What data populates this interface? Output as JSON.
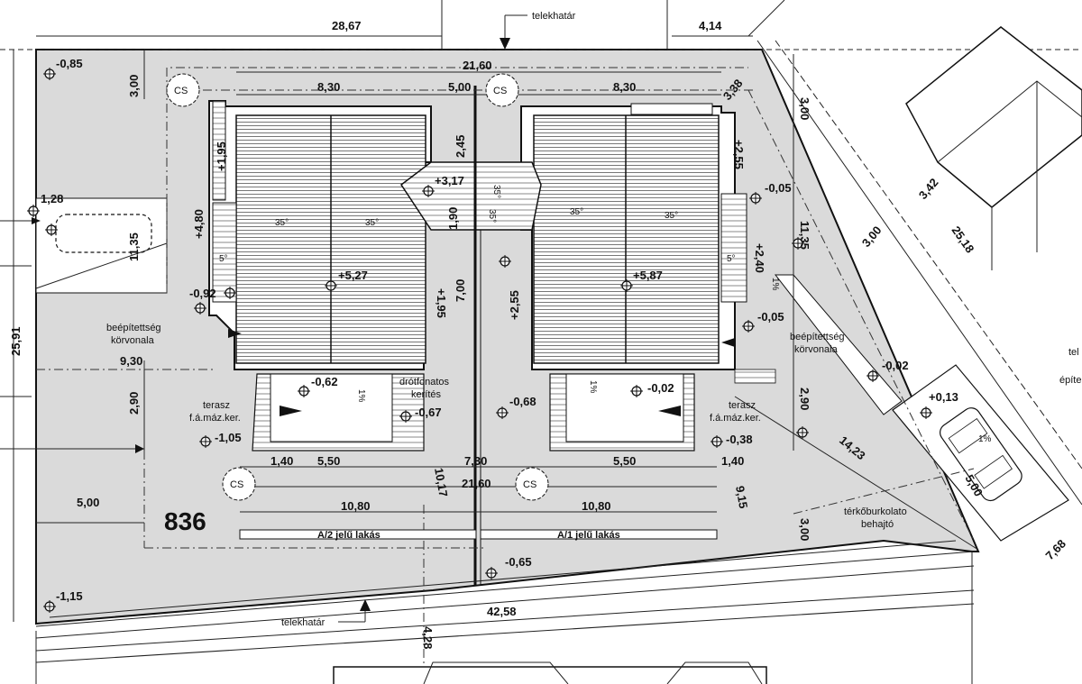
{
  "dimensions": {
    "top_left": "28,67",
    "top_right": "4,14",
    "overall_width": "21,60",
    "wing_left": "8,30",
    "middle": "5,00",
    "wing_right": "8,30",
    "corner": "3,38",
    "left_offset": "3,00",
    "right_offset": "3,00",
    "left_wing_1": "+1,95",
    "left_wing_2": "+4,80",
    "gap_upper": "2,45",
    "gap_middle": "1,90",
    "depth": "7,00",
    "right_wing_lower": "+2,55",
    "right_wing_upper": "+2,55",
    "right_wing_side": "+2,40",
    "left_wing_lower": "+1,95",
    "parking_depth": "11,35",
    "right_depth": "11,35",
    "site_depth": "25,91",
    "setback_left": "9,30",
    "terrace_depth_left": "2,90",
    "terrace_depth_right": "2,90",
    "terrace_a": "1,40",
    "terrace_b": "5,50",
    "middle_lower": "7,30",
    "terrace_c": "5,50",
    "terrace_d": "1,40",
    "lower_width": "21,60",
    "diag": "10,17",
    "unit_left": "10,80",
    "unit_right": "10,80",
    "side_strip": "5,00",
    "diag_right": "9,15",
    "bottom_offset": "3,00",
    "street_side": "3,42",
    "street_setback": "3,00",
    "street_long": "25,18",
    "diag_long": "14,23",
    "drive": "5,00",
    "bottom_width": "42,58",
    "street_depth": "4,28",
    "edge_right": "7,68"
  },
  "levels": {
    "tl": "-0,85",
    "ridge": "+3,17",
    "roof_left": "+5,27",
    "roof_right": "+5,87",
    "parking": "1,28",
    "p1": "-0,92",
    "terrace_left": "-0,62",
    "terrace_left2": "-0,67",
    "terrace_right": "-0,68",
    "terrace_right2": "-0,02",
    "yard_left": "-1,05",
    "yard_right": "-0,38",
    "right_top": "-0,05",
    "right_mid": "-0,05",
    "right_strip": "-0,02",
    "drive": "+0,13",
    "bottom_mid": "-0,65",
    "bottom_left": "-1,15"
  },
  "labels": {
    "telek_top": "telekhatár",
    "telek_bottom": "telekhatár",
    "telek_right": "tel",
    "epit_right": "építe",
    "korv_left_1": "beépítettség",
    "korv_left_2": "körvonala",
    "korv_right_1": "beépítettség",
    "korv_right_2": "körvonala",
    "terasz_left_1": "terasz",
    "terasz_left_2": "f.á.máz.ker.",
    "terasz_right_1": "terasz",
    "terasz_right_2": "f.á.máz.ker.",
    "fence_1": "drótfonatos",
    "fence_2": "kerítés",
    "paving_1": "térkőburkolato",
    "paving_2": "behajtó",
    "cs": "CS",
    "lot": "836",
    "unit_a2": "A/2 jelű lakás",
    "unit_a1": "A/1 jelű lakás",
    "angle35": "35°",
    "angle5": "5°",
    "slope1": "1%"
  },
  "colors": {
    "fill": "#dadada",
    "ink": "#111111"
  }
}
